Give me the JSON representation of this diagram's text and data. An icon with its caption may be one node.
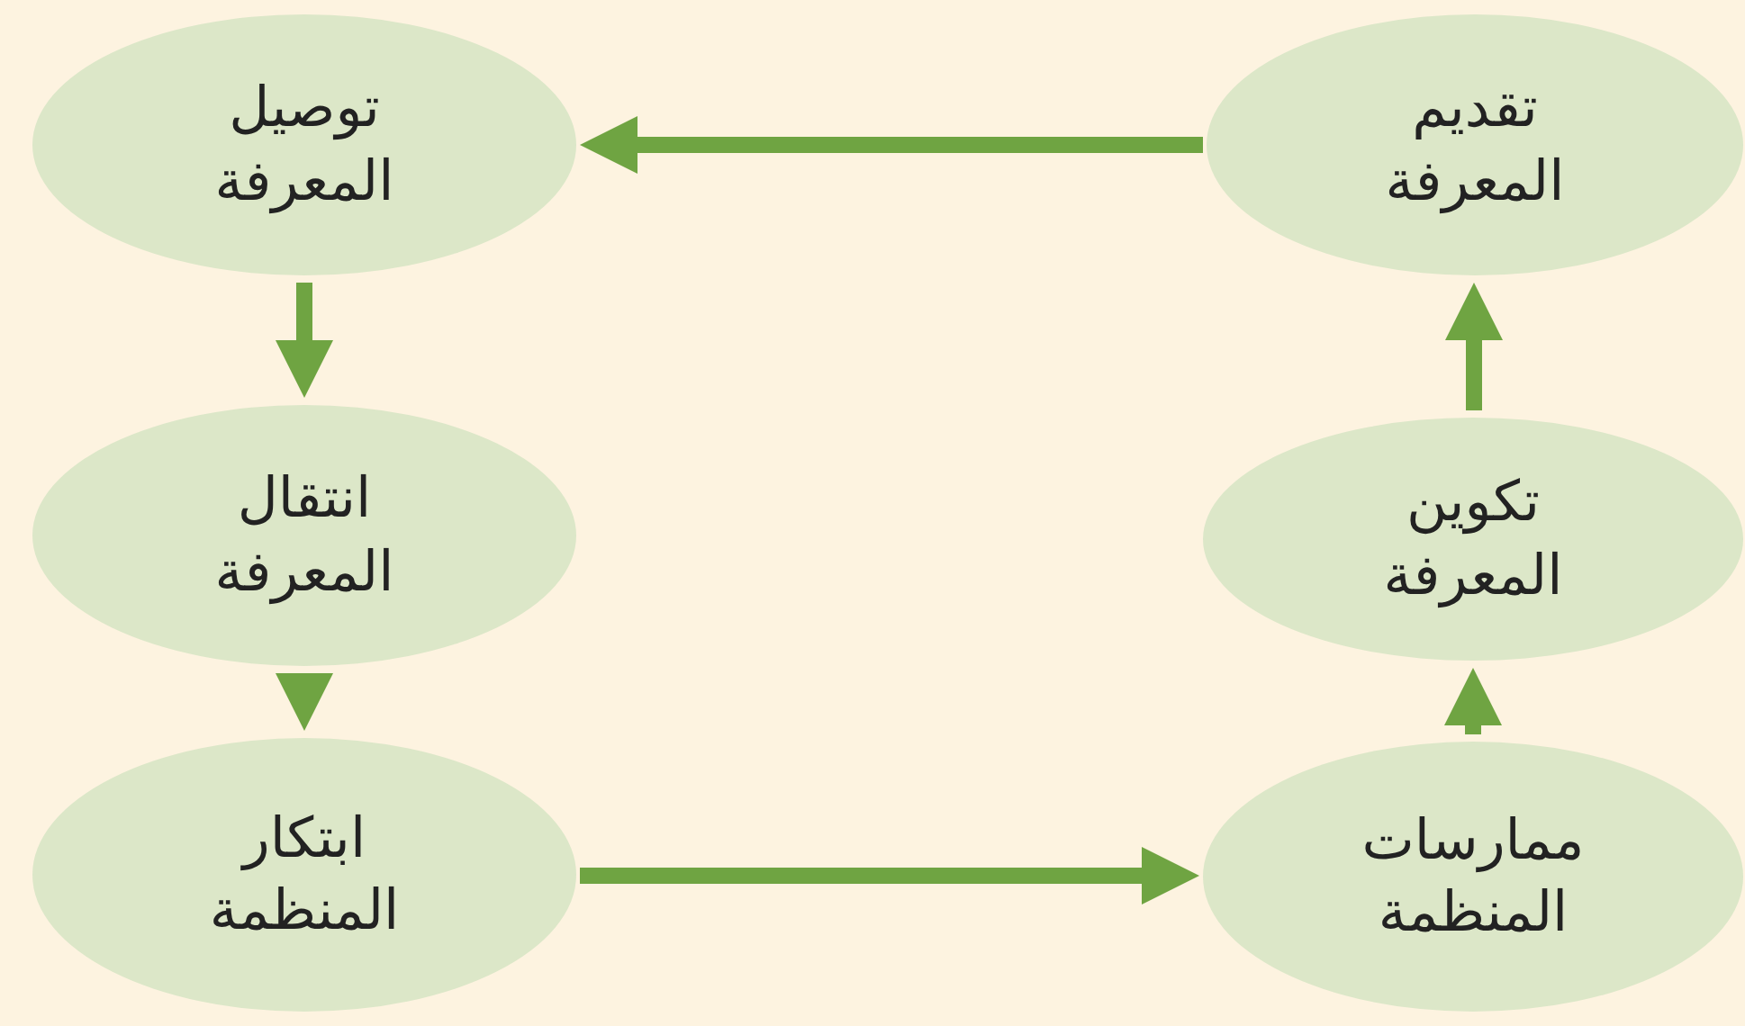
{
  "diagram": {
    "nodes": [
      {
        "text": [
          "تقديم المعرفة"
        ]
      },
      {
        "text": [
          "توصيل المعرفة"
        ]
      },
      {
        "text": [
          "تكوين المعرفة"
        ]
      },
      {
        "text": [
          "انتقال المعرفة"
        ]
      },
      {
        "text": [
          "ممارسات المنظمة"
        ]
      },
      {
        "text": [
          "ابتكار المنظمة"
        ]
      }
    ],
    "edges": [
      {
        "from": 0,
        "to": 1,
        "arrow": "to"
      },
      {
        "from": 1,
        "to": 3,
        "arrow": "to"
      },
      {
        "from": 3,
        "to": 5,
        "arrow": "to"
      },
      {
        "from": 5,
        "to": 4,
        "arrow": "to"
      },
      {
        "from": 4,
        "to": 2,
        "arrow": "to"
      },
      {
        "from": 2,
        "to": 0,
        "arrow": "to"
      }
    ]
  }
}
